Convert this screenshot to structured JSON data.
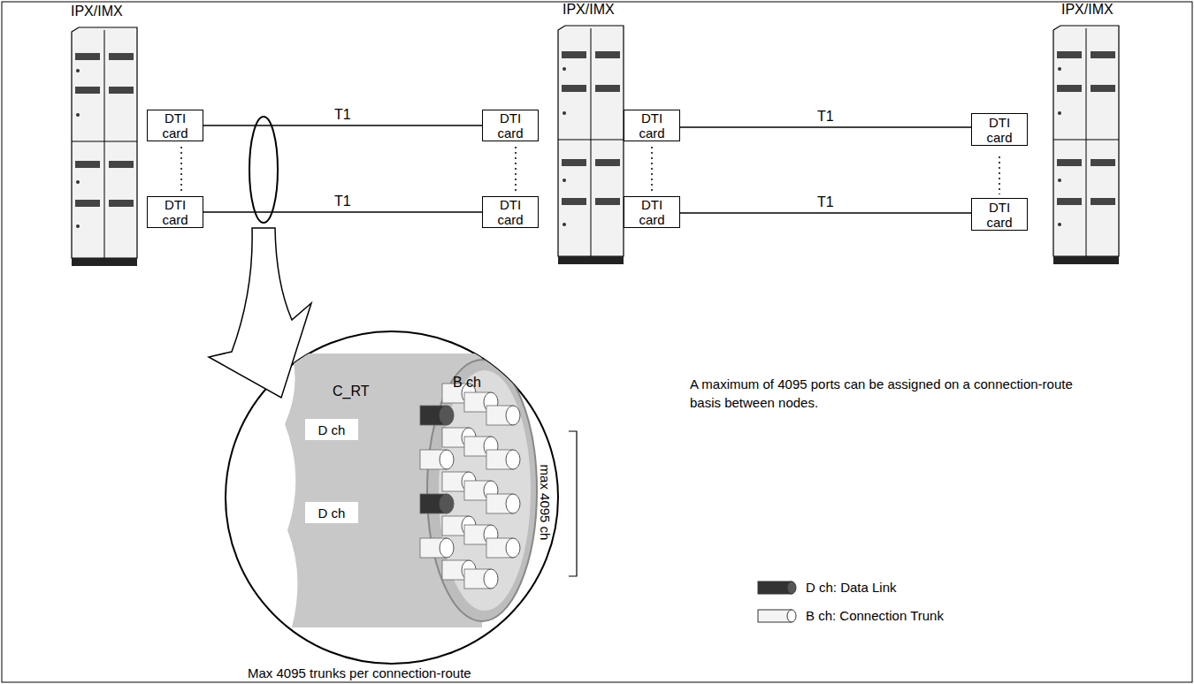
{
  "diagram": {
    "nodes": [
      {
        "text": [
          "DTI card"
        ]
      },
      {
        "text": [
          "DTI card"
        ]
      },
      {
        "text": [
          "DTI card"
        ]
      },
      {
        "text": [
          "DTI card"
        ]
      },
      {
        "text": [
          "DTI card"
        ]
      },
      {
        "text": [
          "DTI card"
        ]
      },
      {
        "text": [
          "DTI card"
        ]
      },
      {
        "text": [
          "DTI card"
        ]
      },
      {
        "text": [
          "D ch"
        ]
      },
      {
        "text": [
          "D ch"
        ]
      }
    ],
    "edges": [
      {
        "from": 0,
        "to": 2,
        "label": "T1",
        "arrow": "none"
      },
      {
        "from": 1,
        "to": 3,
        "label": "T1",
        "arrow": "none"
      },
      {
        "from": 4,
        "to": 6,
        "label": "T1",
        "arrow": "none"
      },
      {
        "from": 5,
        "to": 7,
        "label": "T1",
        "arrow": "none"
      }
    ],
    "labels": [
      "IPX/IMX",
      "IPX/IMX",
      "IPX/IMX",
      "C_RT",
      "B ch",
      "max 4095 ch",
      "A maximum of 4095 ports can be assigned on a connection-route basis between nodes.",
      "Max 4095 trunks per connection-route"
    ],
    "legend": [
      {
        "text": "D ch: Data Link"
      },
      {
        "text": "B ch: Connection Trunk"
      }
    ]
  }
}
